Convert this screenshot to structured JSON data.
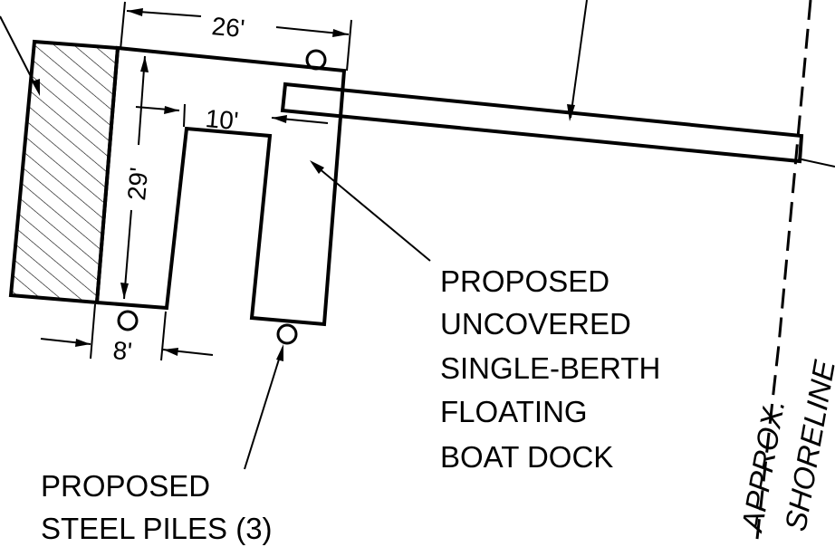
{
  "dimensions": {
    "overall_width": "26'",
    "slip_width": "10'",
    "length": "29'",
    "finger_width": "8'"
  },
  "callouts": {
    "dock": [
      "PROPOSED",
      "UNCOVERED",
      "SINGLE-BERTH",
      "FLOATING",
      "BOAT DOCK"
    ],
    "piles": [
      "PROPOSED",
      "STEEL PILES (3)"
    ],
    "shoreline": [
      "APPROX.",
      "SHORELINE"
    ]
  }
}
